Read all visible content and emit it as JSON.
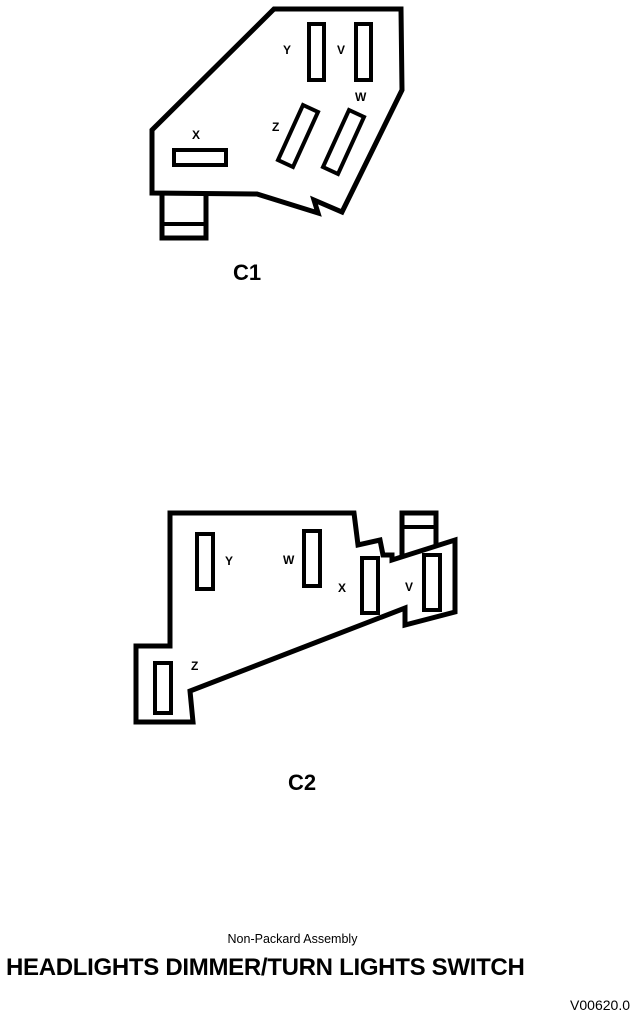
{
  "connectors": [
    {
      "label": "C1",
      "pins": [
        "Y",
        "V",
        "W",
        "Z",
        "X"
      ]
    },
    {
      "label": "C2",
      "pins": [
        "Y",
        "W",
        "X",
        "V",
        "Z"
      ]
    }
  ],
  "caption": {
    "subtitle": "Non-Packard Assembly",
    "title": "HEADLIGHTS DIMMER/TURN LIGHTS SWITCH",
    "figure_code": "V00620.0"
  }
}
